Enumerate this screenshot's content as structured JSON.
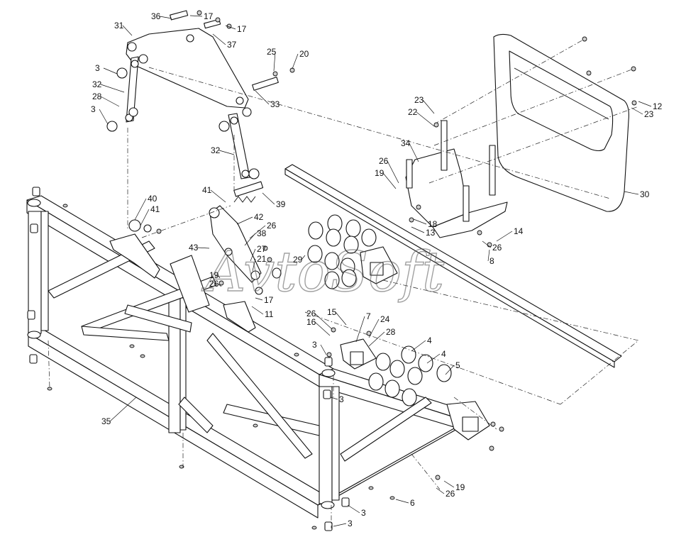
{
  "watermark": "AvtoSoft",
  "callouts": [
    {
      "text": "36"
    },
    {
      "text": "17"
    },
    {
      "text": "31"
    },
    {
      "text": "17"
    },
    {
      "text": "37"
    },
    {
      "text": "25"
    },
    {
      "text": "20"
    },
    {
      "text": "3"
    },
    {
      "text": "32"
    },
    {
      "text": "28"
    },
    {
      "text": "3"
    },
    {
      "text": "33"
    },
    {
      "text": "32"
    },
    {
      "text": "41"
    },
    {
      "text": "39"
    },
    {
      "text": "40"
    },
    {
      "text": "41"
    },
    {
      "text": "42"
    },
    {
      "text": "26"
    },
    {
      "text": "38"
    },
    {
      "text": "43"
    },
    {
      "text": "27"
    },
    {
      "text": "21"
    },
    {
      "text": "29"
    },
    {
      "text": "19"
    },
    {
      "text": "26"
    },
    {
      "text": "17"
    },
    {
      "text": "11"
    },
    {
      "text": "23"
    },
    {
      "text": "22"
    },
    {
      "text": "12"
    },
    {
      "text": "23"
    },
    {
      "text": "34"
    },
    {
      "text": "26"
    },
    {
      "text": "19"
    },
    {
      "text": "30"
    },
    {
      "text": "18"
    },
    {
      "text": "13"
    },
    {
      "text": "14"
    },
    {
      "text": "26"
    },
    {
      "text": "8"
    },
    {
      "text": "26"
    },
    {
      "text": "15"
    },
    {
      "text": "7"
    },
    {
      "text": "16"
    },
    {
      "text": "24"
    },
    {
      "text": "28"
    },
    {
      "text": "3"
    },
    {
      "text": "4"
    },
    {
      "text": "4"
    },
    {
      "text": "5"
    },
    {
      "text": "3"
    },
    {
      "text": "35"
    },
    {
      "text": "19"
    },
    {
      "text": "26"
    },
    {
      "text": "6"
    },
    {
      "text": "3"
    },
    {
      "text": "3"
    }
  ]
}
